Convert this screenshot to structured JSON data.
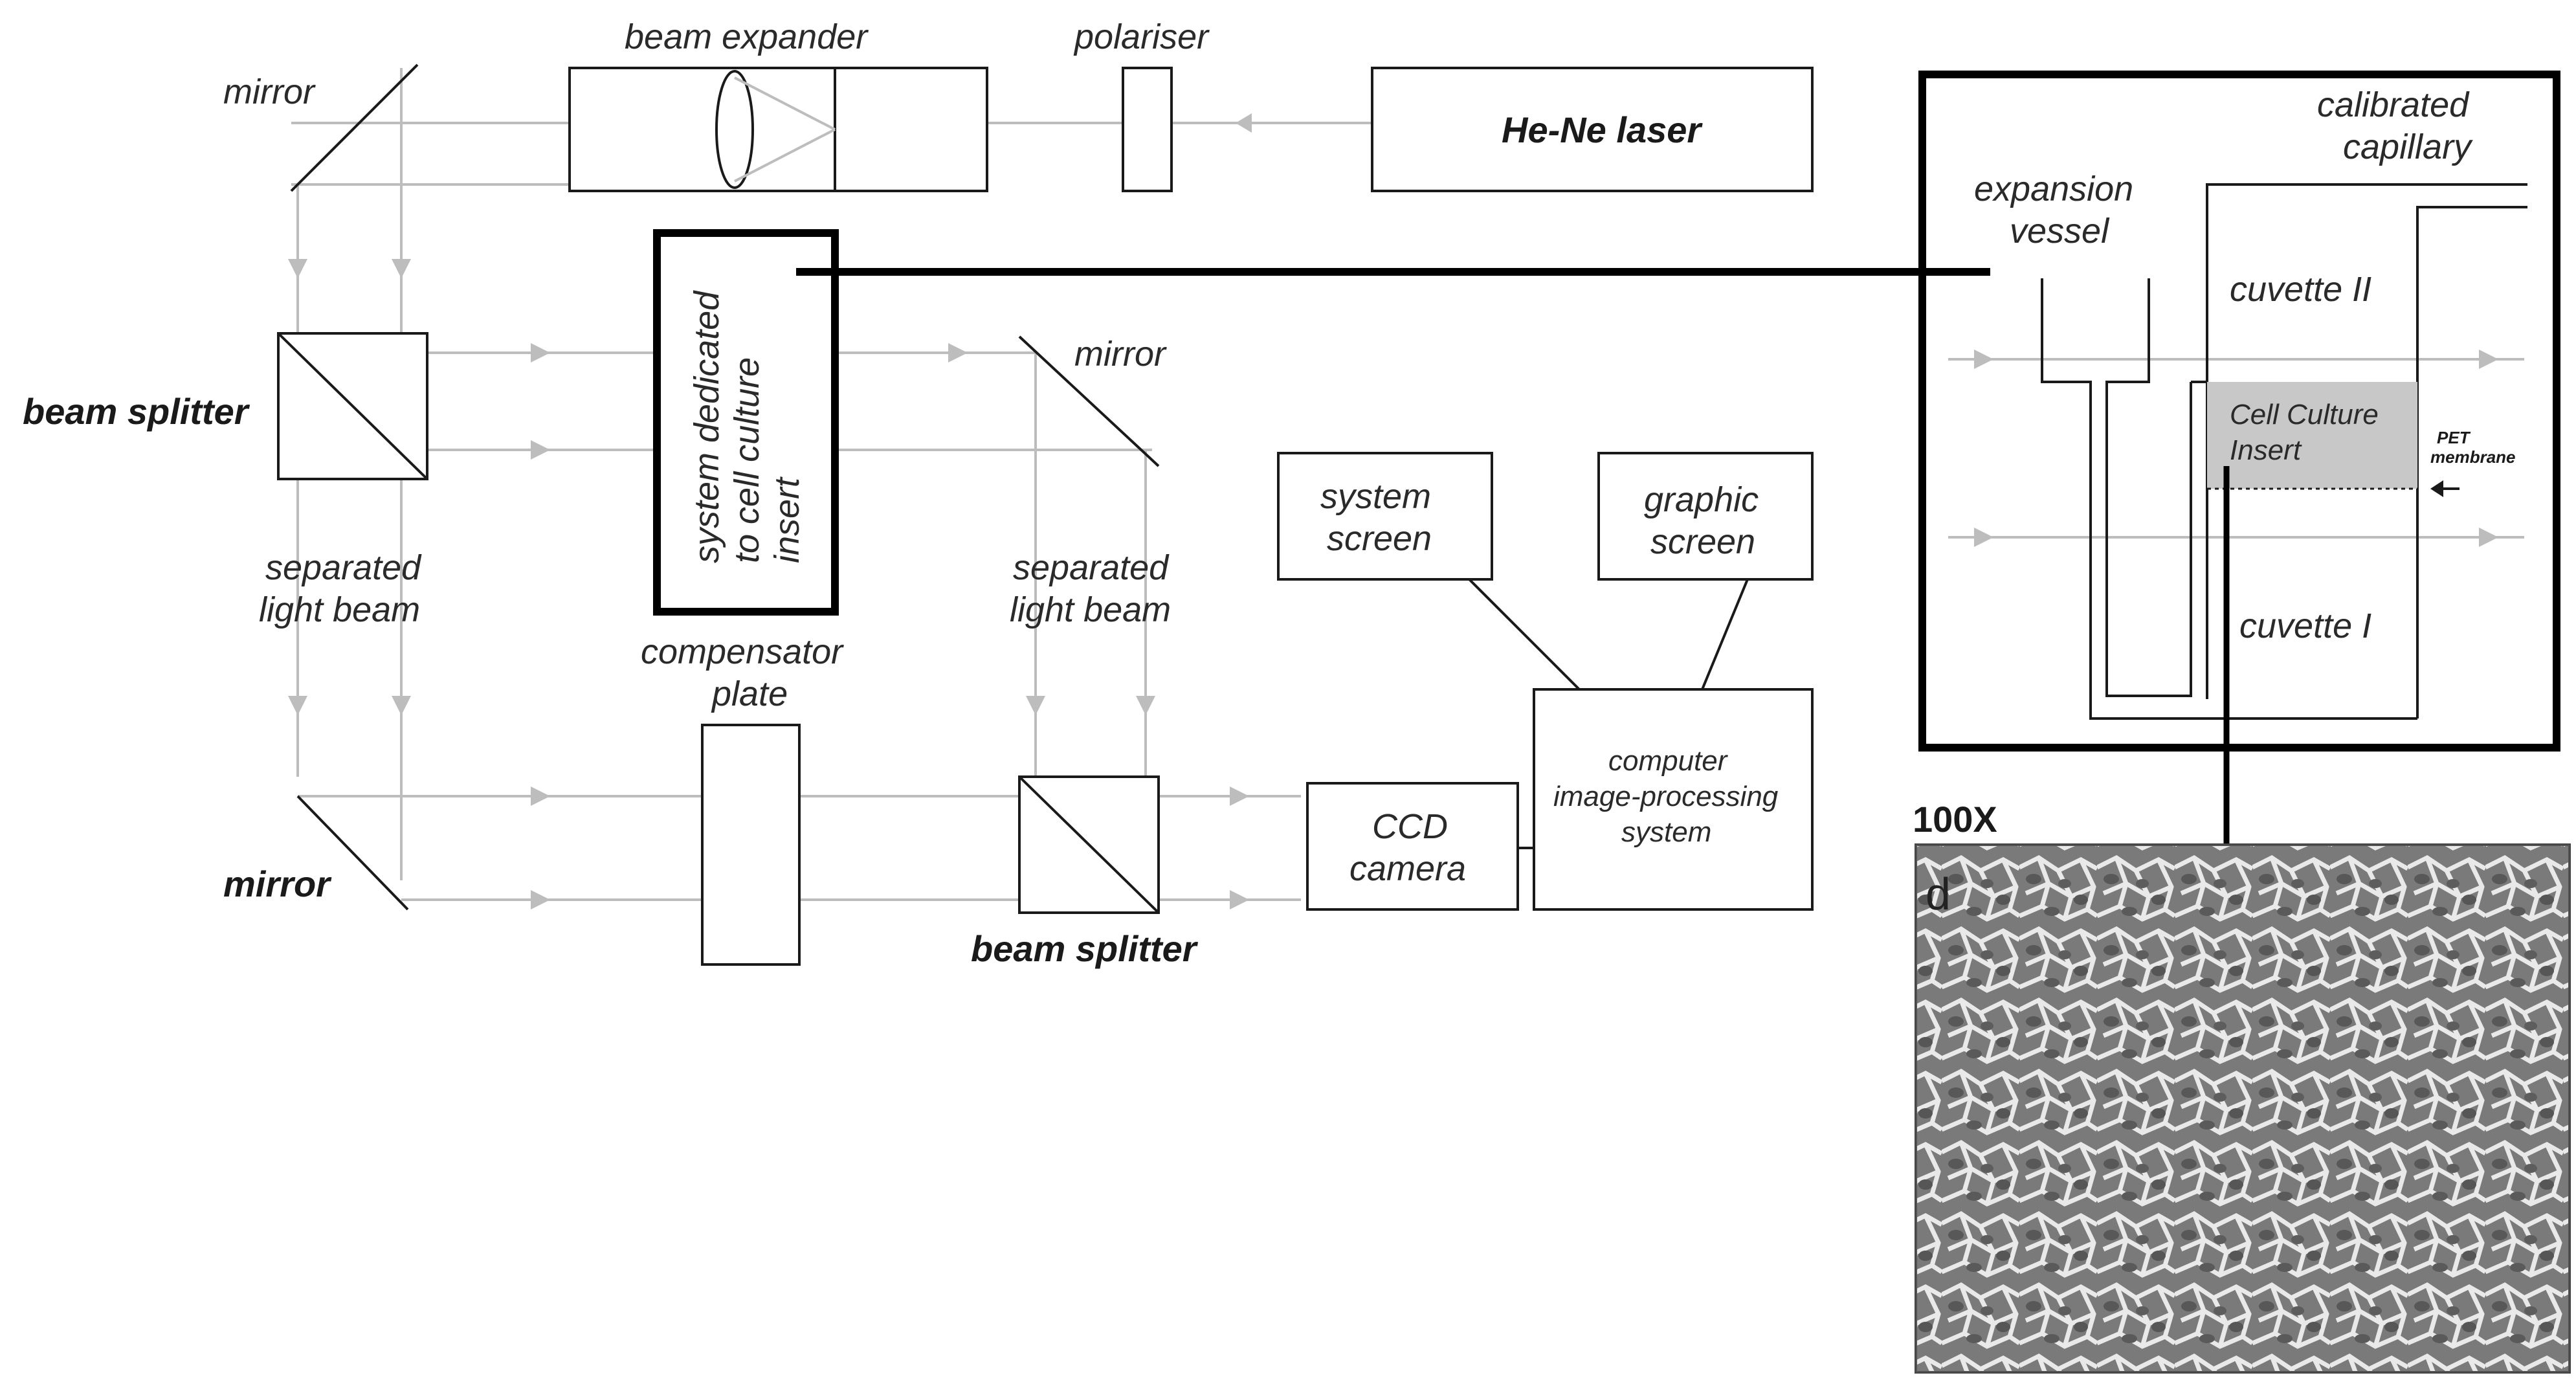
{
  "labels": {
    "mirror_top": "mirror",
    "beam_expander": "beam expander",
    "polariser": "polariser",
    "laser": "He-Ne laser",
    "beam_splitter_left": "beam splitter",
    "system_line1": "system dedicated",
    "system_line2": "to cell culture",
    "system_line3": "insert",
    "mirror_mid": "mirror",
    "separated_left_1": "separated",
    "separated_left_2": "light beam",
    "separated_right_1": "separated",
    "separated_right_2": "light beam",
    "compensator_1": "compensator",
    "compensator_2": "plate",
    "system_screen_1": "system",
    "system_screen_2": "screen",
    "graphic_screen_1": "graphic",
    "graphic_screen_2": "screen",
    "computer_1": "computer",
    "computer_2": "image-processing",
    "computer_3": "system",
    "ccd_1": "CCD",
    "ccd_2": "camera",
    "mirror_bottom": "mirror",
    "beam_splitter_bottom": "beam splitter"
  },
  "inset": {
    "calibrated_1": "calibrated",
    "calibrated_2": "capillary",
    "expansion_1": "expansion",
    "expansion_2": "vessel",
    "cuvette_2": "cuvette II",
    "cuvette_1": "cuvette I",
    "insert_1": "Cell Culture",
    "insert_2": "Insert",
    "pet_1": "PET",
    "pet_2": "membrane",
    "insert_fill": "#c8c8c8"
  },
  "micrograph": {
    "magnification": "100X",
    "panel_letter": "d"
  }
}
